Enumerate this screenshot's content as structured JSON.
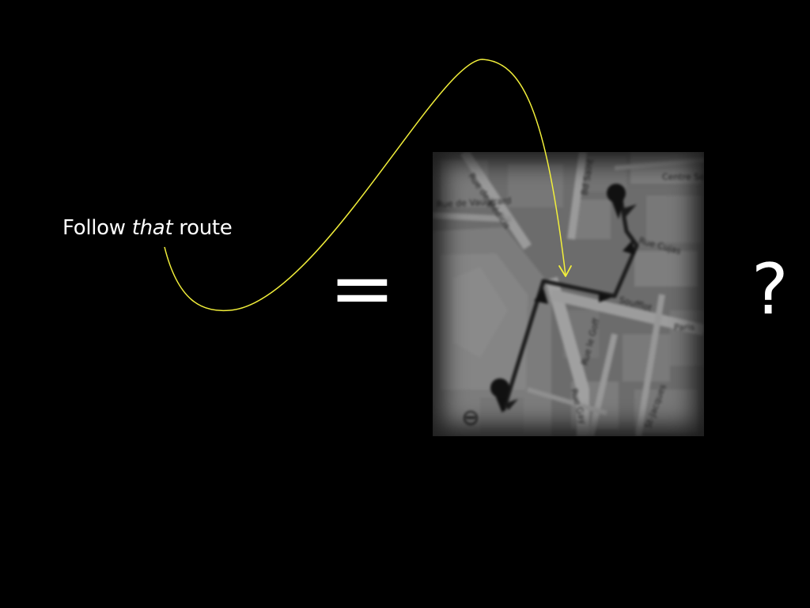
{
  "caption": {
    "before": "Follow ",
    "emphasis": "that",
    "after": " route"
  },
  "equals_symbol": "=",
  "question_symbol": "?",
  "map": {
    "street_labels": [
      "Rue de Médicis",
      "Bd Saint",
      "Centre Sorbonne",
      "Rue Cujas",
      "Soufflot",
      "Rue le Goff",
      "Paris",
      "Rue Gay",
      "St-Jacques",
      "Rue de Vaugirard"
    ],
    "icons": [
      "start-pin-icon",
      "end-pin-icon",
      "metro-icon",
      "direction-arrow-icon"
    ]
  },
  "colors": {
    "background": "#000000",
    "text": "#ffffff",
    "connector": "#f2ef3a",
    "route": "#1a1a1a"
  }
}
